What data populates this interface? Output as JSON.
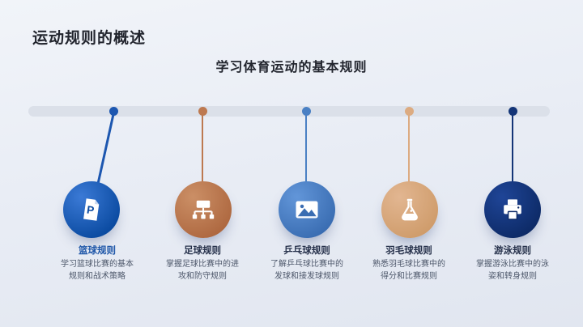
{
  "slide": {
    "title": "运动规则的概述",
    "subtitle": "学习体育运动的基本规则"
  },
  "timeline": {
    "items": [
      {
        "label": "篮球规则",
        "desc_line1": "学习篮球比赛的基本",
        "desc_line2": "规则和战术策略",
        "icon": "presentation-file-icon",
        "icon_letter": "P",
        "colors": {
          "pin": "#1d57b0",
          "circle_from": "#3b7ad6",
          "circle_to": "#0a4aa0",
          "label": "#1e56a8"
        }
      },
      {
        "label": "足球规则",
        "desc_line1": "掌握足球比赛中的进",
        "desc_line2": "攻和防守规则",
        "icon": "sitemap-icon",
        "colors": {
          "pin": "#bd7950",
          "circle_from": "#cb8f66",
          "circle_to": "#ae6840",
          "label": "#25304a"
        }
      },
      {
        "label": "乒乓球规则",
        "desc_line1": "了解乒乓球比赛中的",
        "desc_line2": "发球和接发球规则",
        "icon": "image-icon",
        "colors": {
          "pin": "#4a80c4",
          "circle_from": "#6296d9",
          "circle_to": "#3a6db2",
          "label": "#25304a"
        }
      },
      {
        "label": "羽毛球规则",
        "desc_line1": "熟悉羽毛球比赛中的",
        "desc_line2": "得分和比赛规则",
        "icon": "flask-icon",
        "colors": {
          "pin": "#dcab81",
          "circle_from": "#e2b691",
          "circle_to": "#cf9c6b",
          "label": "#25304a"
        }
      },
      {
        "label": "游泳规则",
        "desc_line1": "掌握游泳比赛中的泳",
        "desc_line2": "姿和转身规则",
        "icon": "printer-icon",
        "colors": {
          "pin": "#143577",
          "circle_from": "#1f4597",
          "circle_to": "#0d2a66",
          "label": "#25304a"
        }
      }
    ]
  }
}
